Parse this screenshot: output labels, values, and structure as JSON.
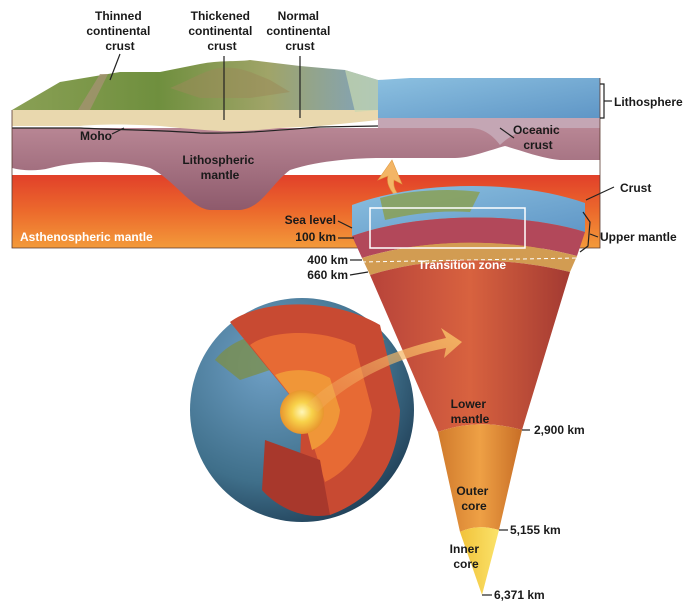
{
  "labels": {
    "thinned_crust": [
      "Thinned",
      "continental",
      "crust"
    ],
    "thickened_crust": [
      "Thickened",
      "continental",
      "crust"
    ],
    "normal_crust": [
      "Normal",
      "continental",
      "crust"
    ],
    "lithosphere": "Lithosphere",
    "moho": "Moho",
    "oceanic_crust": [
      "Oceanic",
      "crust"
    ],
    "lithospheric_mantle": [
      "Lithospheric",
      "mantle"
    ],
    "crust": "Crust",
    "sea_level": "Sea level",
    "depth_100": "100 km",
    "upper_mantle": "Upper mantle",
    "asthenospheric_mantle": "Asthenospheric mantle",
    "depth_400": "400 km",
    "depth_660": "660 km",
    "transition_zone": "Transition zone",
    "lower_mantle": [
      "Lower",
      "mantle"
    ],
    "depth_2900": "2,900 km",
    "outer_core": [
      "Outer",
      "core"
    ],
    "depth_5155": "5,155 km",
    "inner_core": [
      "Inner",
      "core"
    ],
    "depth_6371": "6,371 km"
  },
  "colors": {
    "land_green": "#7d9a4a",
    "ocean_blue": "#7fb3d8",
    "crust_tan": "#e8d8b0",
    "lithospheric_mantle": "#a46a78",
    "asthenosphere": "#e7682a",
    "lower_mantle": "#c9533a",
    "outer_core": "#e79a38",
    "inner_core": "#f6d64a",
    "arrow": "#f2b060"
  }
}
